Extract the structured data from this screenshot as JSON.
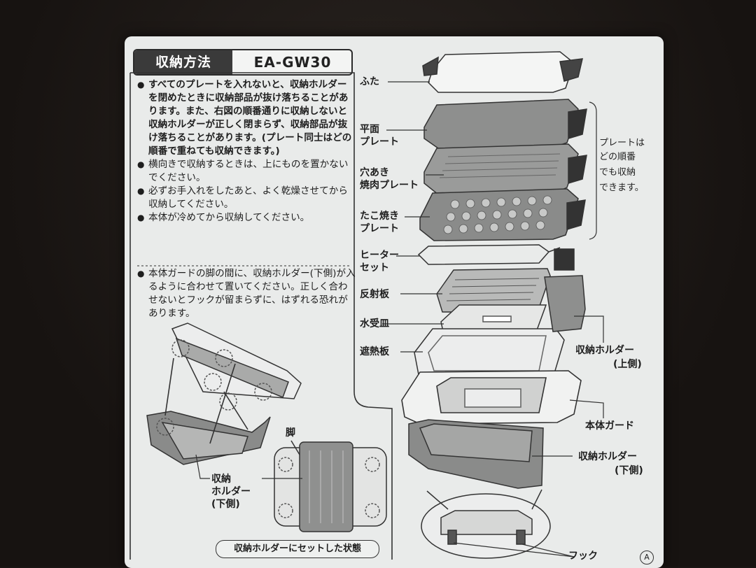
{
  "header": {
    "title": "収納方法",
    "model": "EA-GW30"
  },
  "notes_top": [
    {
      "text": "すべてのプレートを入れないと、収納ホルダーを閉めたときに収納部品が抜け落ちることがあります。また、右図の順番通りに収納しないと収納ホルダーが正しく閉まらず、収納部品が抜け落ちることがあります。(プレート同士はどの順番で重ねても収納できます。)"
    },
    {
      "text": "横向きで収納するときは、上にものを置かないでください。"
    },
    {
      "text": "必ずお手入れをしたあと、よく乾燥させてから収納してください。"
    },
    {
      "text": "本体が冷めてから収納してください。"
    }
  ],
  "notes_bottom": [
    {
      "text": "本体ガードの脚の間に、収納ホルダー(下側)が入るように合わせて置いてください。正しく合わせないとフックが留まらずに、はずれる恐れがあります。"
    }
  ],
  "parts": {
    "lid": "ふた",
    "flat_plate_1": "平面",
    "flat_plate_2": "プレート",
    "grill_plate_1": "穴あき",
    "grill_plate_2": "焼肉プレート",
    "takoyaki_1": "たこ焼き",
    "takoyaki_2": "プレート",
    "heater_1": "ヒーター",
    "heater_2": "セット",
    "reflector": "反射板",
    "water_tray": "水受皿",
    "heat_shield": "遮熱板",
    "holder_upper_1": "収納ホルダー",
    "holder_upper_2": "(上側)",
    "body_guard": "本体ガード",
    "holder_lower_1": "収納ホルダー",
    "holder_lower_2": "(下側)",
    "hook": "フック"
  },
  "plates_note": [
    "プレートは",
    "どの順番",
    "でも収納",
    "できます。"
  ],
  "left_diagram": {
    "leg": "脚",
    "holder_1": "収納",
    "holder_2": "ホルダー",
    "holder_3": "(下側)"
  },
  "caption": "収納ホルダーにセットした状態",
  "mark": "A"
}
